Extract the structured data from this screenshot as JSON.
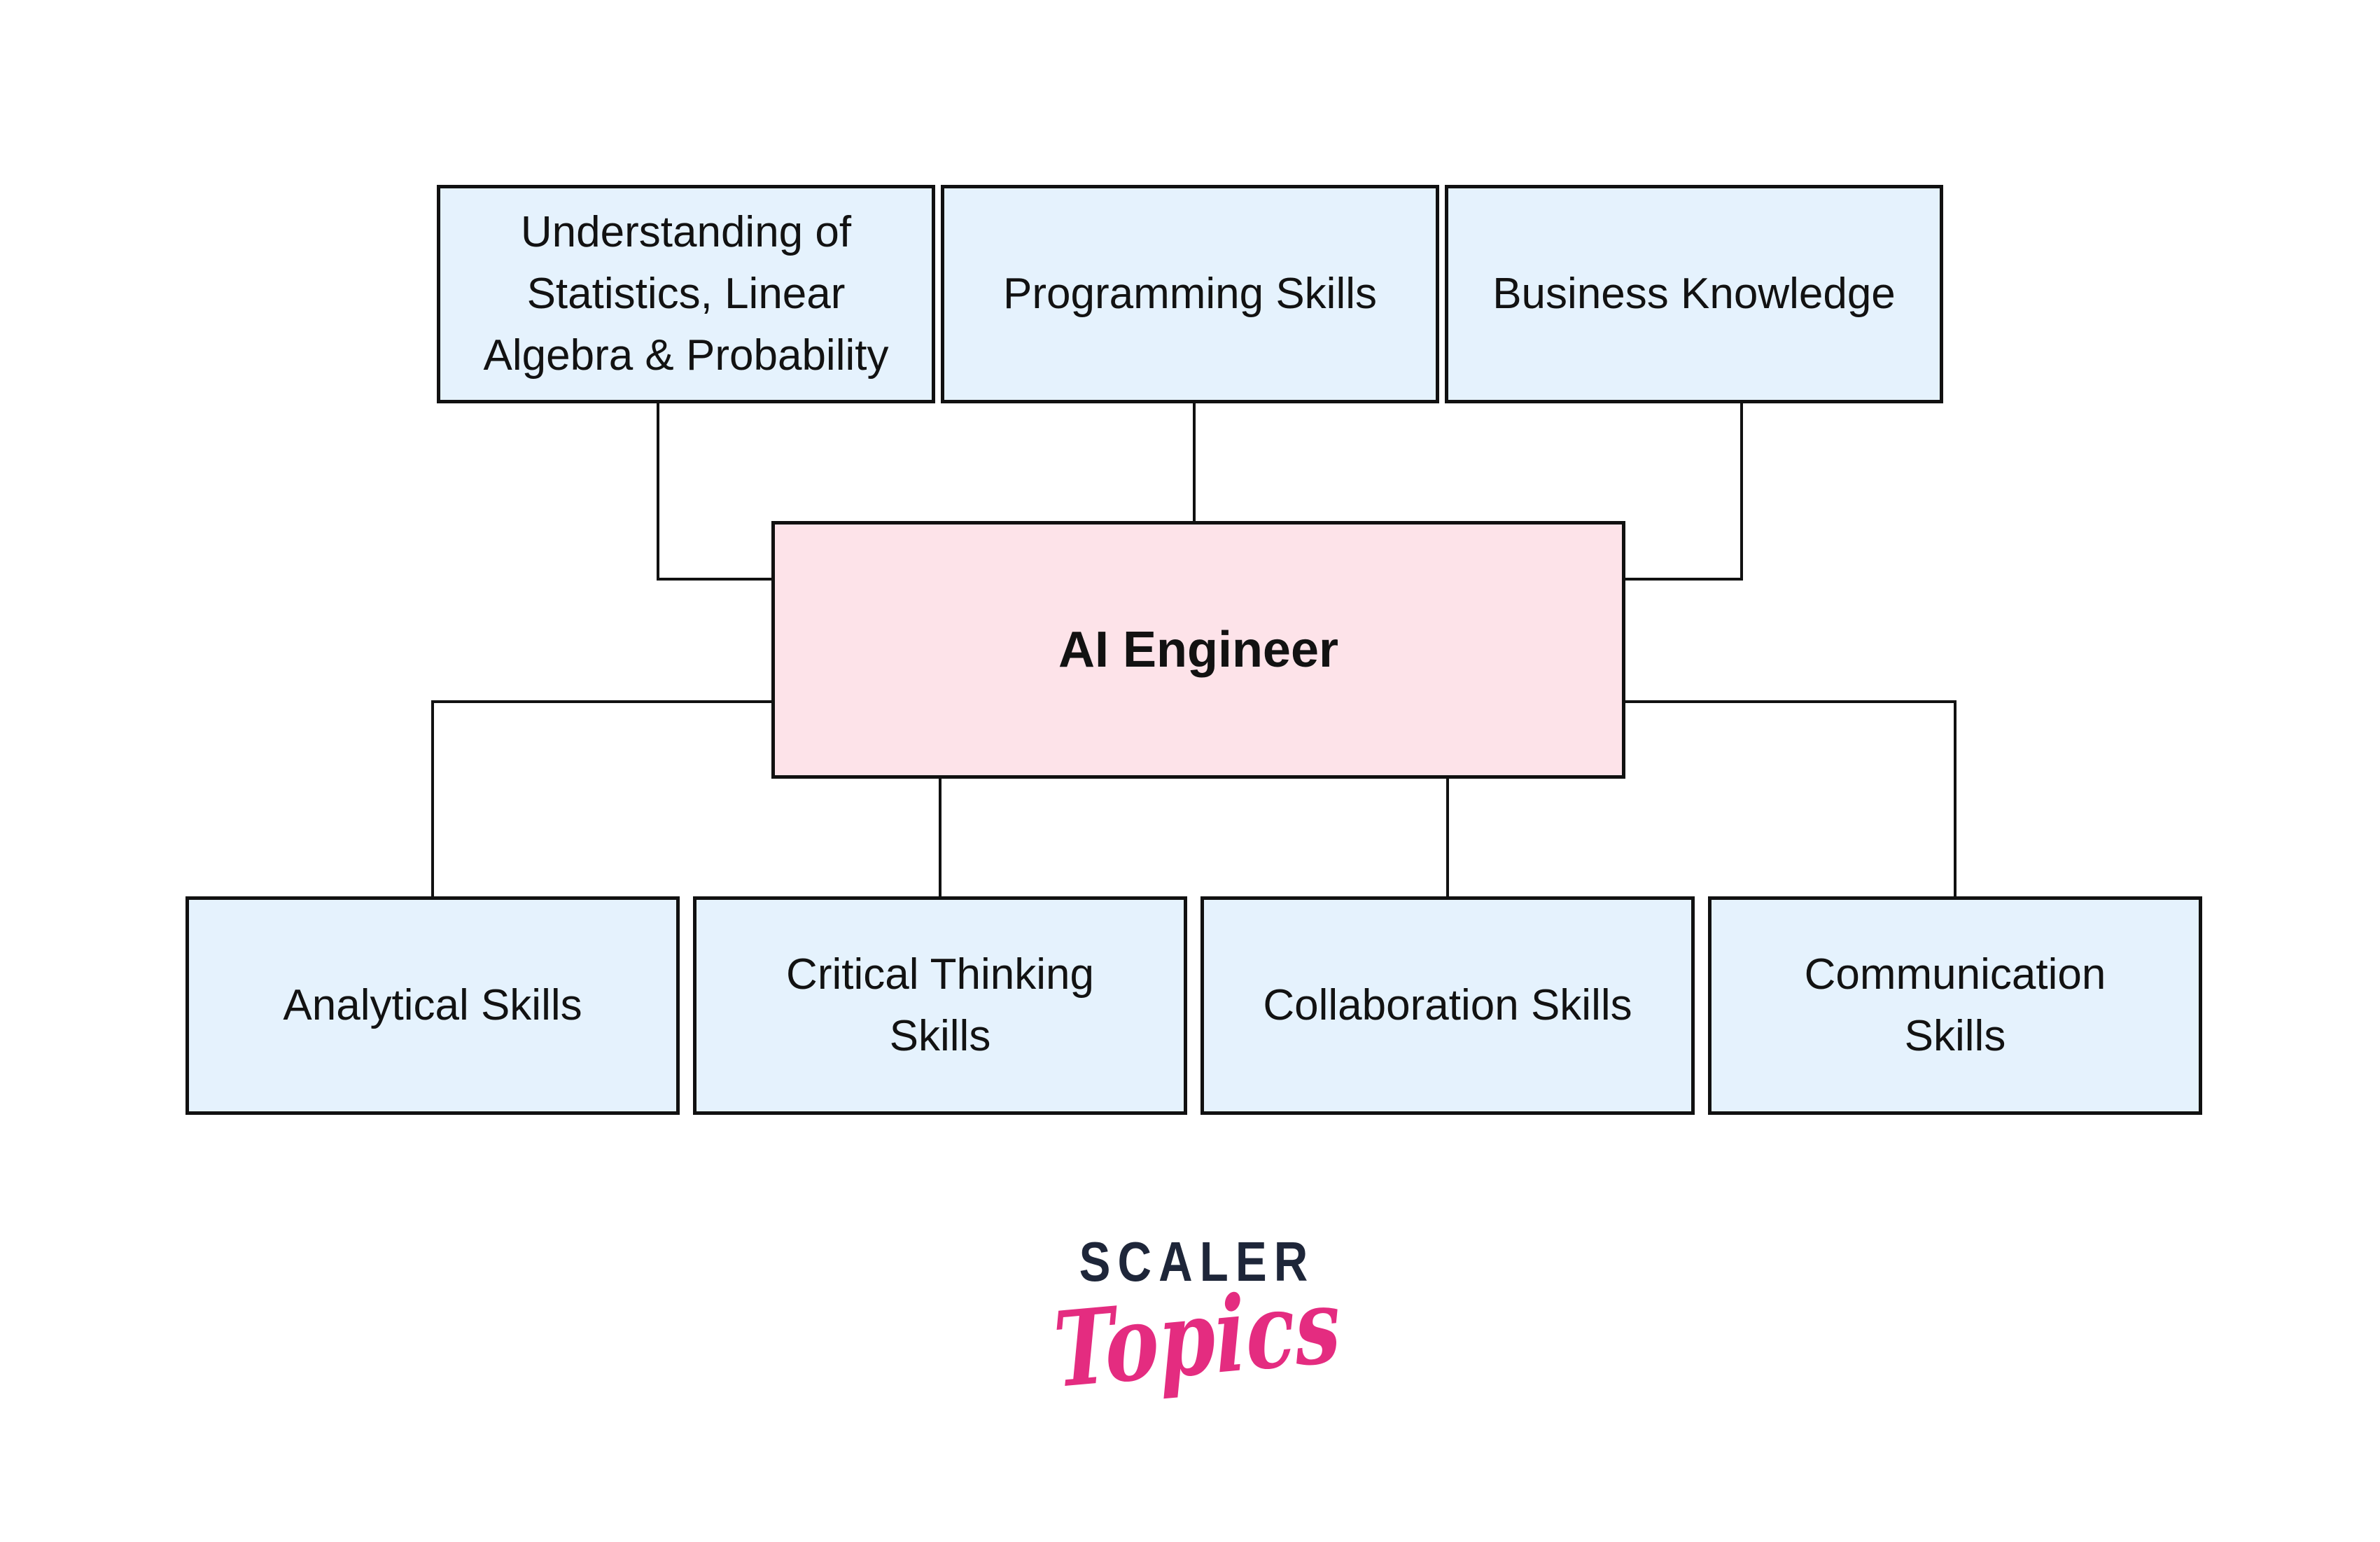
{
  "diagram": {
    "center_node": {
      "label": "AI Engineer"
    },
    "top_nodes": [
      {
        "label": "Understanding of Statistics, Linear Algebra & Probability"
      },
      {
        "label": "Programming Skills"
      },
      {
        "label": "Business Knowledge"
      }
    ],
    "bottom_nodes": [
      {
        "label": "Analytical Skills"
      },
      {
        "label": "Critical Thinking Skills"
      },
      {
        "label": "Collaboration Skills"
      },
      {
        "label": "Communication Skills"
      }
    ]
  },
  "logo": {
    "brand": "SCALER",
    "sub_brand": "Topics"
  },
  "colors": {
    "background": "#ffffff",
    "node_fill_blue": "#e5f2fd",
    "node_fill_pink": "#fde3e9",
    "line": "#111111",
    "logo_navy": "#1e2639",
    "logo_pink": "#e42c80"
  }
}
